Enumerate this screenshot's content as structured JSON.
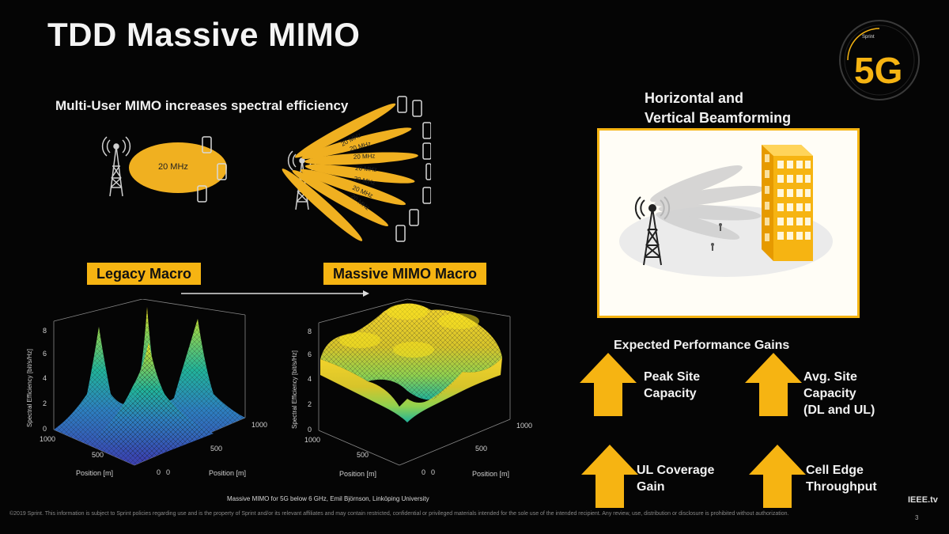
{
  "slide": {
    "title": "TDD Massive MIMO",
    "logo": {
      "brand": "Sprint",
      "mark": "5G",
      "accent": "#f6b412"
    },
    "multi_user": {
      "title": "Multi-User MIMO increases spectral efficiency",
      "single_beam_label": "20 MHz",
      "multi_beam_labels": [
        "20 MHz",
        "20 MHz",
        "20 MHz",
        "20 MHz",
        "20 MHz",
        "20 MHz",
        "20 MHz"
      ]
    },
    "beamforming": {
      "title_line1": "Horizontal and",
      "title_line2": "Vertical Beamforming"
    },
    "comparison": {
      "legacy_label": "Legacy Macro",
      "massive_label": "Massive MIMO Macro",
      "caption": "Massive MIMO for 5G below 6 GHz, Emil Björnson, Linköping University",
      "zlabel": "Spectral Efficiency [bit/s/Hz]",
      "xlabel": "Position [m]",
      "ylabel": "Position [m]",
      "z_ticks": [
        "0",
        "2",
        "4",
        "6",
        "8"
      ],
      "x_ticks": [
        "1000",
        "500",
        "0"
      ],
      "y_ticks": [
        "0",
        "500",
        "1000"
      ]
    },
    "performance": {
      "title": "Expected Performance Gains",
      "gains": [
        {
          "label": "Peak Site\nCapacity"
        },
        {
          "label": "Avg. Site\nCapacity\n(DL and UL)"
        },
        {
          "label": "UL Coverage\nGain"
        },
        {
          "label": "Cell Edge\nThroughput"
        }
      ]
    },
    "footer": "©2019 Sprint. This information is subject to Sprint policies regarding use and is the property of Sprint and/or its relevant affiliates and may contain restricted, confidential or privileged materials intended for the sole use of the intended recipient. Any review, use, distribution or disclosure is prohibited without authorization.",
    "ieee_badge": "IEEE.tv",
    "page_number": "3"
  }
}
